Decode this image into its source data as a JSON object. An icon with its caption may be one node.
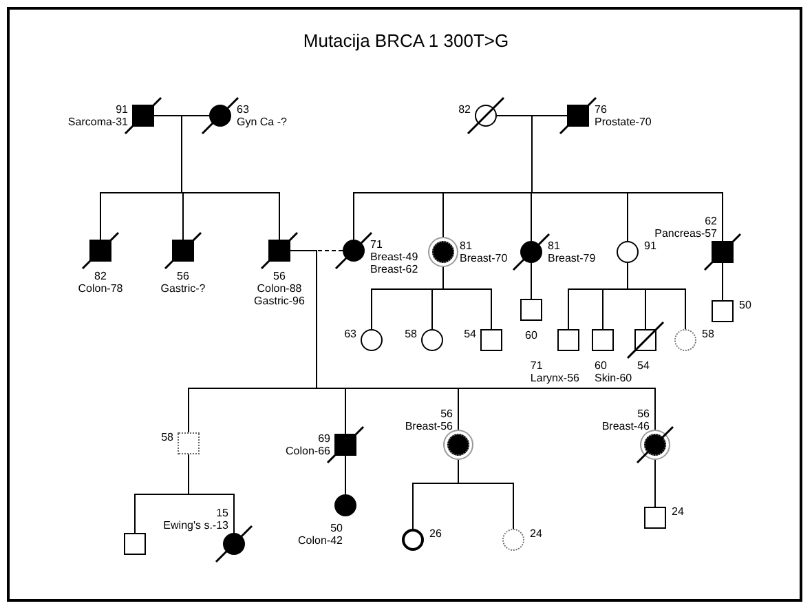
{
  "diagram": {
    "title": "Mutacija BRCA 1 300T>G",
    "nodes": [
      {
        "text": [],
        "shape": "box",
        "beside": [
          "91",
          "Sarcoma-31"
        ]
      },
      {
        "text": [],
        "shape": "circle",
        "beside": [
          "63",
          "Gyn Ca -?"
        ]
      },
      {
        "text": [],
        "shape": "circle",
        "beside": [
          "82"
        ]
      },
      {
        "text": [],
        "shape": "box",
        "beside": [
          "76",
          "Prostate-70"
        ]
      },
      {
        "text": [],
        "shape": "box",
        "beside": [
          "82",
          "Colon-78"
        ]
      },
      {
        "text": [],
        "shape": "box",
        "beside": [
          "56",
          "Gastric-?"
        ]
      },
      {
        "text": [],
        "shape": "box",
        "beside": [
          "56",
          "Colon-88",
          "Gastric-96"
        ]
      },
      {
        "text": [],
        "shape": "circle",
        "beside": [
          "71",
          "Breast-49",
          "Breast-62"
        ]
      },
      {
        "text": [],
        "shape": "circle",
        "beside": [
          "81",
          "Breast-70"
        ]
      },
      {
        "text": [],
        "shape": "circle",
        "beside": [
          "81",
          "Breast-79"
        ]
      },
      {
        "text": [],
        "shape": "circle",
        "beside": [
          "91"
        ]
      },
      {
        "text": [],
        "shape": "box",
        "beside": [
          "62",
          "Pancreas-57"
        ]
      },
      {
        "text": [],
        "shape": "box",
        "beside": [
          "58"
        ]
      },
      {
        "text": [],
        "shape": "box",
        "beside": [
          "69",
          "Colon-66"
        ]
      },
      {
        "text": [],
        "shape": "circle",
        "beside": [
          "56",
          "Breast-56"
        ]
      },
      {
        "text": [],
        "shape": "circle",
        "beside": [
          "56",
          "Breast-46"
        ]
      },
      {
        "text": [],
        "shape": "circle",
        "beside": [
          "63"
        ]
      },
      {
        "text": [],
        "shape": "circle",
        "beside": [
          "58"
        ]
      },
      {
        "text": [],
        "shape": "box",
        "beside": [
          "54"
        ]
      },
      {
        "text": [],
        "shape": "box",
        "beside": [
          "60"
        ]
      },
      {
        "text": [],
        "shape": "box",
        "beside": [
          "71",
          "Larynx-56"
        ]
      },
      {
        "text": [],
        "shape": "box",
        "beside": [
          "60",
          "Skin-60"
        ]
      },
      {
        "text": [],
        "shape": "box",
        "beside": [
          "54"
        ]
      },
      {
        "text": [],
        "shape": "circle",
        "beside": [
          "58"
        ]
      },
      {
        "text": [],
        "shape": "box",
        "beside": [
          "50"
        ]
      },
      {
        "text": [],
        "shape": "box"
      },
      {
        "text": [],
        "shape": "circle",
        "beside": [
          "15",
          "Ewing's s.-13"
        ]
      },
      {
        "text": [],
        "shape": "circle",
        "beside": [
          "50",
          "Colon-42"
        ]
      },
      {
        "text": [],
        "shape": "circle",
        "beside": [
          "26"
        ]
      },
      {
        "text": [],
        "shape": "circle",
        "beside": [
          "24"
        ]
      },
      {
        "text": [],
        "shape": "box",
        "beside": [
          "24"
        ]
      }
    ],
    "edges": [
      {
        "from": 0,
        "to": 1,
        "arrow": "none"
      },
      {
        "from": 2,
        "to": 3,
        "arrow": "none"
      },
      {
        "from": 6,
        "to": 7,
        "arrow": "none",
        "style": "dashed"
      },
      {
        "from": 0,
        "to": 4,
        "arrow": "none"
      },
      {
        "from": 0,
        "to": 5,
        "arrow": "none"
      },
      {
        "from": 0,
        "to": 6,
        "arrow": "none"
      },
      {
        "from": 2,
        "to": 7,
        "arrow": "none"
      },
      {
        "from": 2,
        "to": 8,
        "arrow": "none"
      },
      {
        "from": 2,
        "to": 9,
        "arrow": "none"
      },
      {
        "from": 2,
        "to": 10,
        "arrow": "none"
      },
      {
        "from": 2,
        "to": 11,
        "arrow": "none"
      },
      {
        "from": 6,
        "to": 12,
        "arrow": "none"
      },
      {
        "from": 6,
        "to": 13,
        "arrow": "none"
      },
      {
        "from": 6,
        "to": 14,
        "arrow": "none"
      },
      {
        "from": 6,
        "to": 15,
        "arrow": "none"
      },
      {
        "from": 8,
        "to": 16,
        "arrow": "none"
      },
      {
        "from": 8,
        "to": 17,
        "arrow": "none"
      },
      {
        "from": 8,
        "to": 18,
        "arrow": "none"
      },
      {
        "from": 9,
        "to": 19,
        "arrow": "none"
      },
      {
        "from": 10,
        "to": 20,
        "arrow": "none"
      },
      {
        "from": 10,
        "to": 21,
        "arrow": "none"
      },
      {
        "from": 10,
        "to": 22,
        "arrow": "none"
      },
      {
        "from": 10,
        "to": 23,
        "arrow": "none"
      },
      {
        "from": 11,
        "to": 24,
        "arrow": "none"
      },
      {
        "from": 12,
        "to": 25,
        "arrow": "none"
      },
      {
        "from": 12,
        "to": 26,
        "arrow": "none"
      },
      {
        "from": 13,
        "to": 27,
        "arrow": "none"
      },
      {
        "from": 14,
        "to": 28,
        "arrow": "none"
      },
      {
        "from": 14,
        "to": 29,
        "arrow": "none"
      },
      {
        "from": 15,
        "to": 30,
        "arrow": "none"
      }
    ]
  }
}
